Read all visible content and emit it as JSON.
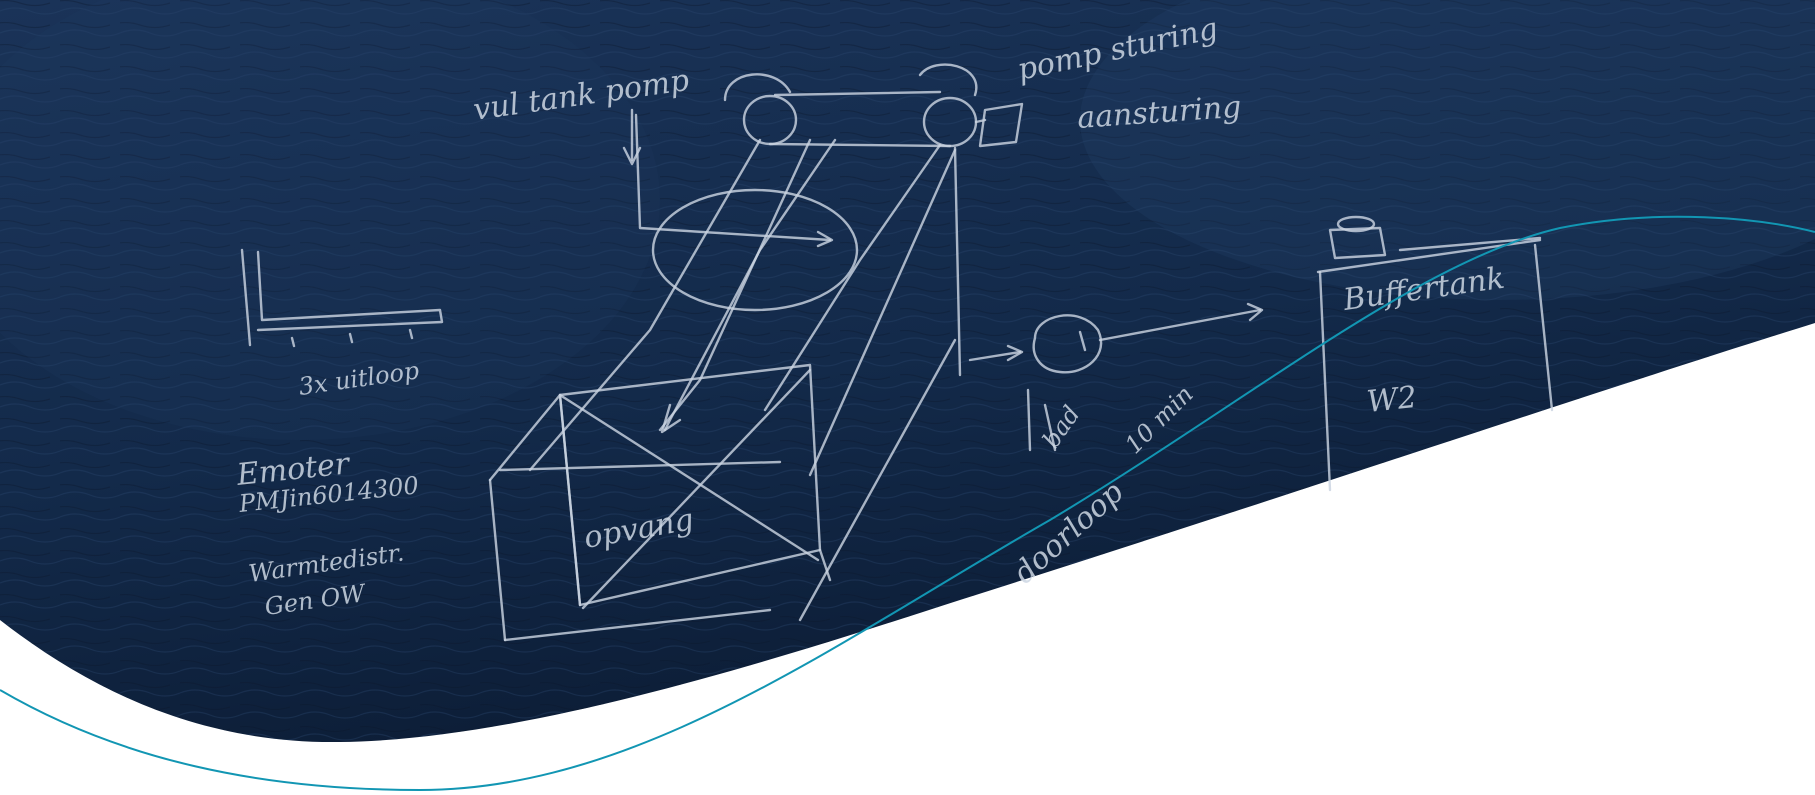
{
  "scene": {
    "description_colors": {
      "water_dark": "#0d1f3a",
      "water_mid": "#1a3358",
      "accent_line": "#1296b3",
      "sketch_chalk": "#c9d3e0",
      "page_background": "#ffffff"
    }
  },
  "sketch_labels": {
    "vul_tank_pomp": "vul tank pomp",
    "pomp_sturing": "pomp sturing",
    "aansturing": "aansturing",
    "uitloop": "3x uitloop",
    "emoter": "Emoter",
    "emoter_code": "PMJin6014300",
    "warmtedistributie": "Warmtedistr.",
    "gen_ow": "Gen OW",
    "opvang": "opvang",
    "buffertank": "Buffertank",
    "w2": "W2",
    "doorloop": "doorloop",
    "bad": "bad",
    "ten_min": "10 min"
  }
}
